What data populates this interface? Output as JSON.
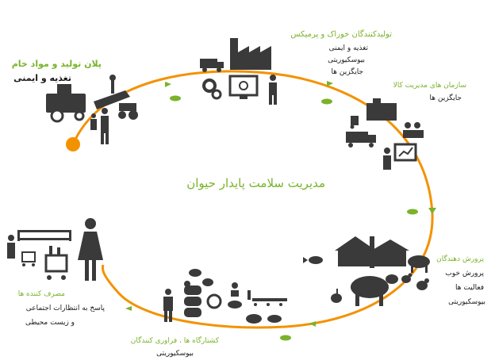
{
  "center_title": "مدیریت سلامت پایدار حیوان",
  "stages": {
    "production": {
      "title": "پلان تولید و مواد خام",
      "items": [
        "تغذیه و ایمنی"
      ]
    },
    "feed_producers": {
      "title": "تولیدکنندگان خوراک و پرمیکس",
      "items": [
        "تغذیه و ایمنی",
        "بیوسکیوریتی",
        "جایگزین ها"
      ]
    },
    "commodity_orgs": {
      "title": "سازمان های مدیریت کالا",
      "items": [
        "جایگزین ها"
      ]
    },
    "livestock": {
      "title": "پرورش دهندگان",
      "items": [
        "پرورش خوب",
        "فعالیت ها",
        "بیوسکیوریتی"
      ]
    },
    "slaughter": {
      "title": "کشتارگاه ها ، فراوری کنندگان",
      "items": [
        "بیوسکیوریتی"
      ]
    },
    "consumer": {
      "title": "مصرف کننده ها",
      "items": [
        "پاسخ به انتظارات اجتماعی",
        "و زیست محیطی"
      ]
    }
  },
  "colors": {
    "cycle": "#f39200",
    "accent": "#7ab32a",
    "icons": "#3a3a3a"
  }
}
